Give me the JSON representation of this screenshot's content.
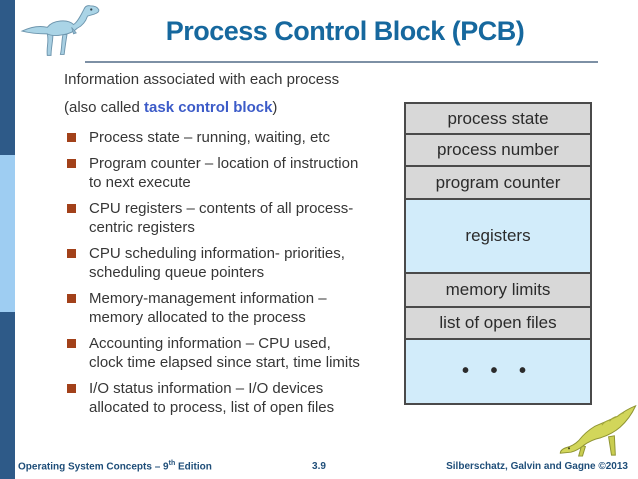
{
  "slide": {
    "title": "Process Control Block (PCB)",
    "intro_line1": "Information associated with each process",
    "intro_line2_prefix": "(also called ",
    "intro_line2_highlight": "task control block",
    "intro_line2_suffix": ")",
    "bullets": [
      "Process state – running, waiting, etc",
      "Program counter – location of instruction to next execute",
      "CPU registers – contents of all process-centric registers",
      "CPU scheduling information- priorities, scheduling queue pointers",
      "Memory-management information – memory allocated to the process",
      "Accounting information – CPU used, clock time elapsed since start, time limits",
      "I/O status information – I/O devices allocated to process, list of open files"
    ]
  },
  "diagram": {
    "rows": [
      {
        "label": "process state",
        "style": "gray"
      },
      {
        "label": "process number",
        "style": "gray"
      },
      {
        "label": "program counter",
        "style": "gray"
      },
      {
        "label": "registers",
        "style": "blue"
      },
      {
        "label": "memory limits",
        "style": "gray"
      },
      {
        "label": "list of open files",
        "style": "gray"
      },
      {
        "label": "• • •",
        "style": "blue"
      }
    ]
  },
  "footer": {
    "left_prefix": "Operating System Concepts – 9",
    "left_sup": "th",
    "left_suffix": " Edition",
    "page": "3.9",
    "right": "Silberschatz, Galvin and Gagne ©2013"
  },
  "colors": {
    "title_blue": "#16689e",
    "highlight_blue": "#3c5bc8",
    "bullet_rust": "#a2411a",
    "bar_dark_blue": "#2e5a88",
    "bar_light_blue": "#9ecdf2",
    "rule_gray": "#7d90a5",
    "diagram_gray": "#d8d8d8",
    "diagram_blue": "#d2ecfa",
    "diagram_border": "#4a4a4a",
    "footer_blue": "#1f4e79"
  }
}
